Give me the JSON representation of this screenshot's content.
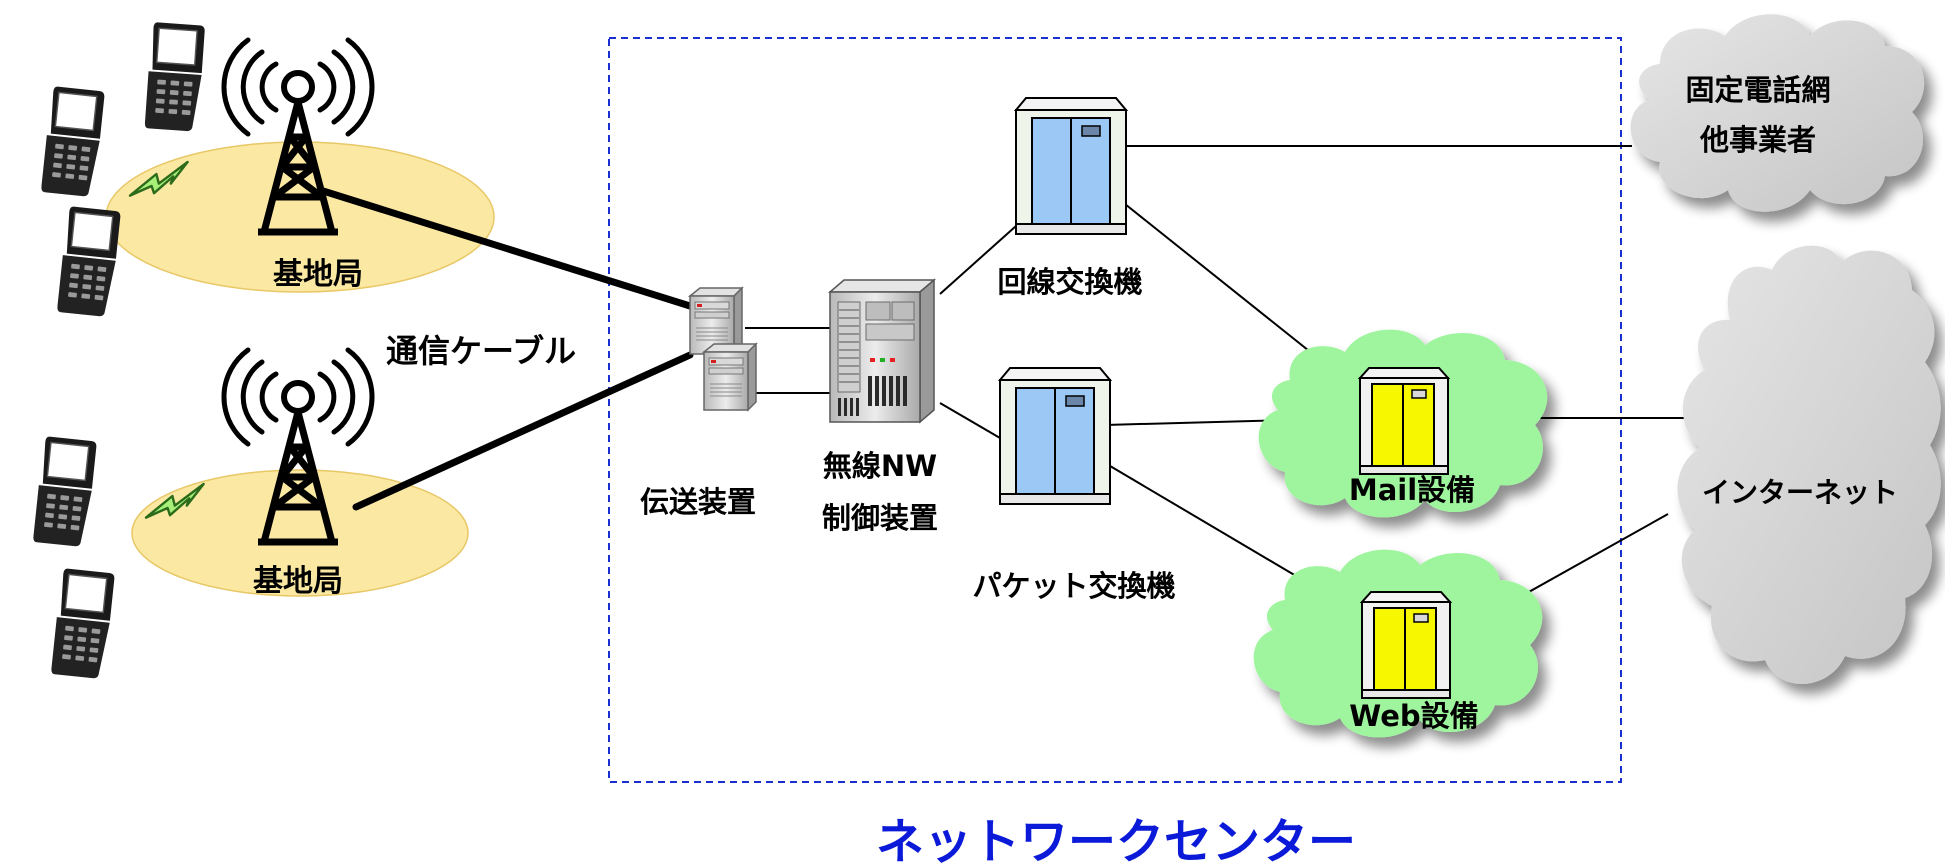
{
  "labels": {
    "base_station_1": "基地局",
    "base_station_2": "基地局",
    "cable": "通信ケーブル",
    "transmission": "伝送装置",
    "rnc_line1": "無線NW",
    "rnc_line2": "制御装置",
    "circuit_switch": "回線交換機",
    "packet_switch": "パケット交換機",
    "mail": "Mail設備",
    "web": "Web設備",
    "fixed_line1": "固定電話網",
    "fixed_line2": "他事業者",
    "internet": "インターネット",
    "network_center": "ネットワークセンター"
  },
  "colors": {
    "coverage": "#fbe9a3",
    "switch_glass": "#9cc8f5",
    "server_glass": "#f7f700",
    "cloud_green": "#9ef59e",
    "cloud_gray": "#d4d4d4",
    "title_blue": "#0a1ad8",
    "dashed_border": "#1a2fd0"
  }
}
